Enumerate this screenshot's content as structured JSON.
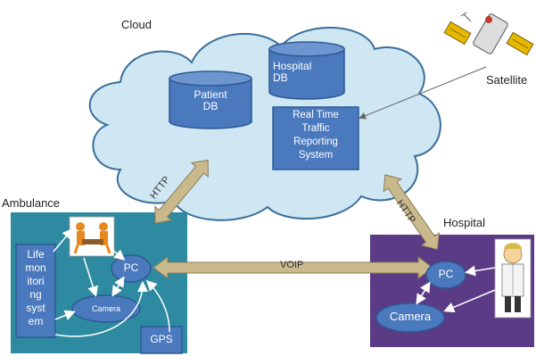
{
  "cloud": {
    "label": "Cloud"
  },
  "patient_db": {
    "label_line1": "Patient",
    "label_line2": "DB"
  },
  "hospital_db": {
    "label_line1": "Hospital",
    "label_line2": "DB"
  },
  "traffic_system": {
    "lines": [
      "Real Time",
      "Traffic",
      "Reporting",
      "System"
    ]
  },
  "satellite": {
    "label": "Satellite"
  },
  "ambulance": {
    "label": "Ambulance",
    "pc_label": "PC",
    "camera_label": "Camera",
    "gps_label": "GPS",
    "life_monitor_lines": [
      "Life",
      "mon",
      "itori",
      "ng",
      "syst",
      "em"
    ]
  },
  "hospital": {
    "label": "Hospital",
    "pc_label": "PC",
    "camera_label": "Camera"
  },
  "links": {
    "voip_label": "VOIP",
    "http_left_label": "HTTP",
    "http_right_label": "HTTP"
  },
  "colors": {
    "ambulance_bg": "#2e8aa0",
    "hospital_bg": "#5b3a86",
    "cloud_fill": "#cfe6f3",
    "cloud_stroke": "#3a6f9a",
    "node_fill": "#4a79be",
    "arrow_fill": "#c9b98d"
  }
}
